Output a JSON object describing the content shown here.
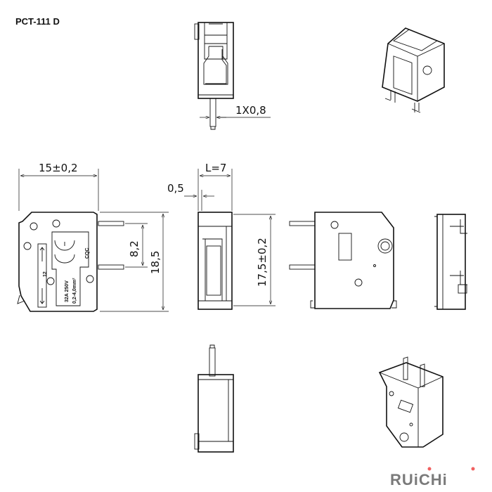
{
  "title": "PCT-111 D",
  "dimensions": {
    "pin_size": "1X0,8",
    "width": "15±0,2",
    "length": "L=7",
    "offset": "0,5",
    "pin_pitch": "8,2",
    "height": "18,5",
    "inner_height": "17,5±0,2"
  },
  "markings": {
    "rating": "32A 250V",
    "wire_range": "0,2-4,0mm²",
    "strip_length": "12",
    "cert": "CQC"
  },
  "logo": "RUiCHi",
  "colors": {
    "line": "#111111",
    "logo_gray": "#7a7a7a",
    "logo_dot": "#f06060"
  }
}
